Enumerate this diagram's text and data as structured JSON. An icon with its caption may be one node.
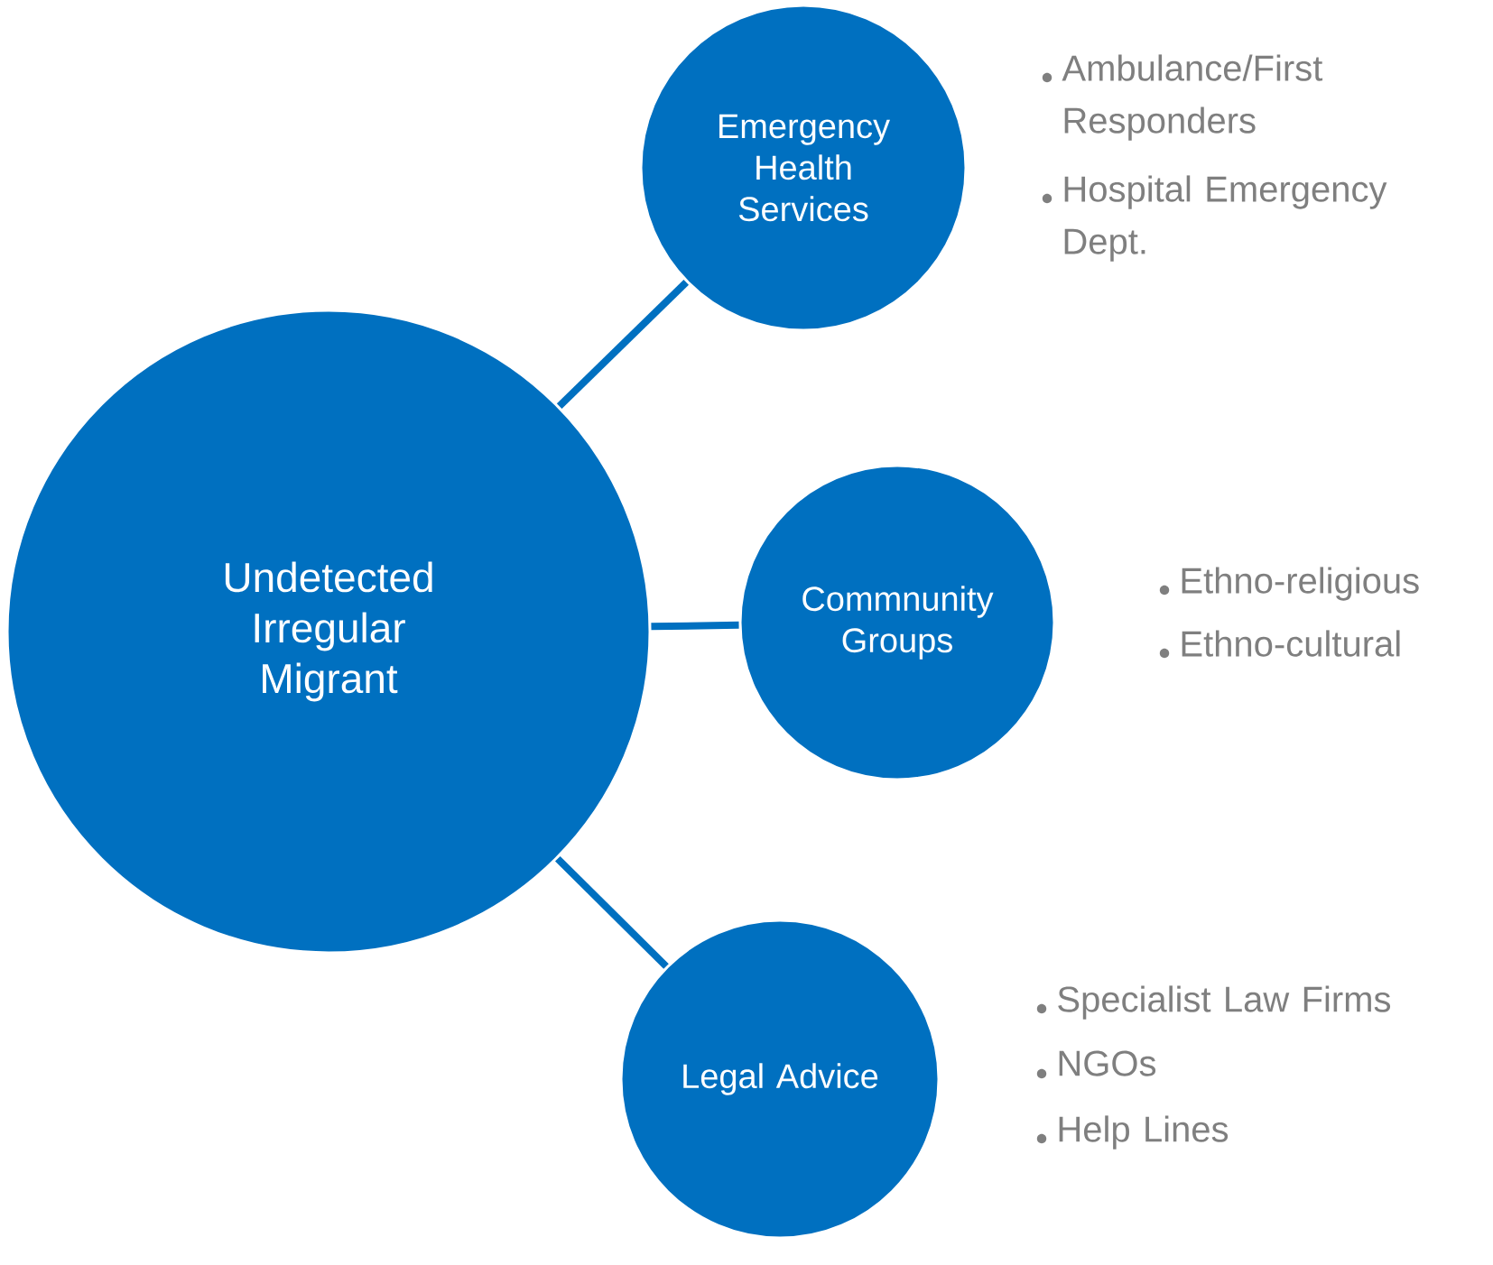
{
  "diagram": {
    "nodes": [
      {
        "text": [
          "Undetected Irregular Migrant"
        ]
      },
      {
        "text": [
          "Emergency Health Services"
        ],
        "beside": [
          "Ambulance/First Responders",
          "Hospital Emergency Dept."
        ]
      },
      {
        "text": [
          "Commnunity Groups"
        ],
        "beside": [
          "Ethno-religious",
          "Ethno-cultural"
        ]
      },
      {
        "text": [
          "Legal Advice"
        ],
        "beside": [
          "Specialist Law Firms",
          "NGOs",
          "Help Lines"
        ]
      }
    ],
    "edges": [
      {
        "from": 0,
        "to": 1,
        "arrow": "none"
      },
      {
        "from": 0,
        "to": 2,
        "arrow": "none"
      },
      {
        "from": 0,
        "to": 3,
        "arrow": "none"
      }
    ]
  }
}
